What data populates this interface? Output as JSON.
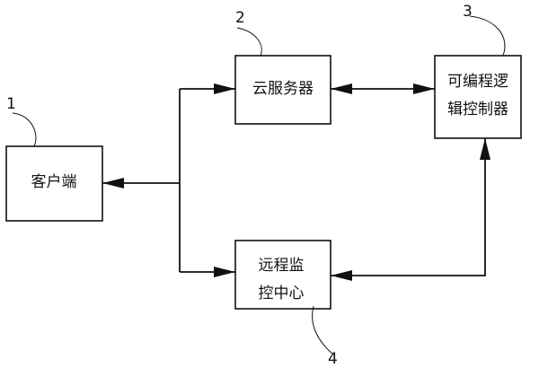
{
  "nodes": {
    "client": {
      "lines": [
        "客户端"
      ]
    },
    "cloud_server": {
      "lines": [
        "云服务器"
      ]
    },
    "plc": {
      "lines": [
        "可编程逻",
        "辑控制器"
      ]
    },
    "remote_monitor": {
      "lines": [
        "远程监",
        "控中心"
      ]
    }
  },
  "ref_labels": {
    "client": "1",
    "cloud_server": "2",
    "plc": "3",
    "remote_monitor": "4"
  },
  "colors": {
    "stroke": "#111111",
    "background": "#ffffff"
  }
}
